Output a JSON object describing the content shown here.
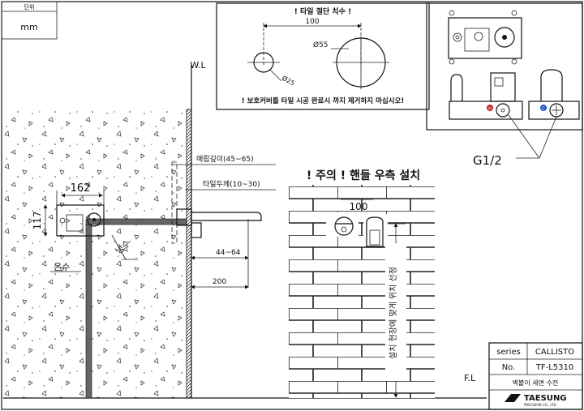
{
  "unit_box": {
    "header": "단위",
    "value": "mm"
  },
  "tile_cut": {
    "title": "! 타일 절단 치수 !",
    "spacing": "100",
    "large_diameter": "Ø55",
    "small_diameter": "Ø25",
    "warning": "! 보호커버를 타일 시공 완료시 까지 제거하지 마십시오!"
  },
  "wall_section": {
    "wall_line": "W.L",
    "floor_line": "F.L",
    "embed_depth": "매립깊이(45~65)",
    "tile_thickness": "타일두께(10~30)",
    "spout_reach": "44~64",
    "total_depth": "200",
    "box_width": "162",
    "box_height": "117",
    "cold_water": "냉수",
    "hot_water": "온수"
  },
  "elevation": {
    "caution": "! 주의 !  핸들 우측 설치",
    "spacing": "100",
    "height_note": "설치 현장에 맞게 위치 선정"
  },
  "connection": {
    "thread": "G1/2",
    "hot_mark": "H",
    "cold_mark": "C"
  },
  "title_block": {
    "series_label": "series",
    "series_value": "CALLISTO",
    "no_label": "No.",
    "no_value": "TF-L5310",
    "product_name": "벽붙이 세면 수전",
    "brand": "TAESUNG",
    "brand_sub": "PRECISION CO., LTD"
  },
  "colors": {
    "hot": "#cc2222",
    "cold": "#2255cc",
    "line": "#111111"
  }
}
